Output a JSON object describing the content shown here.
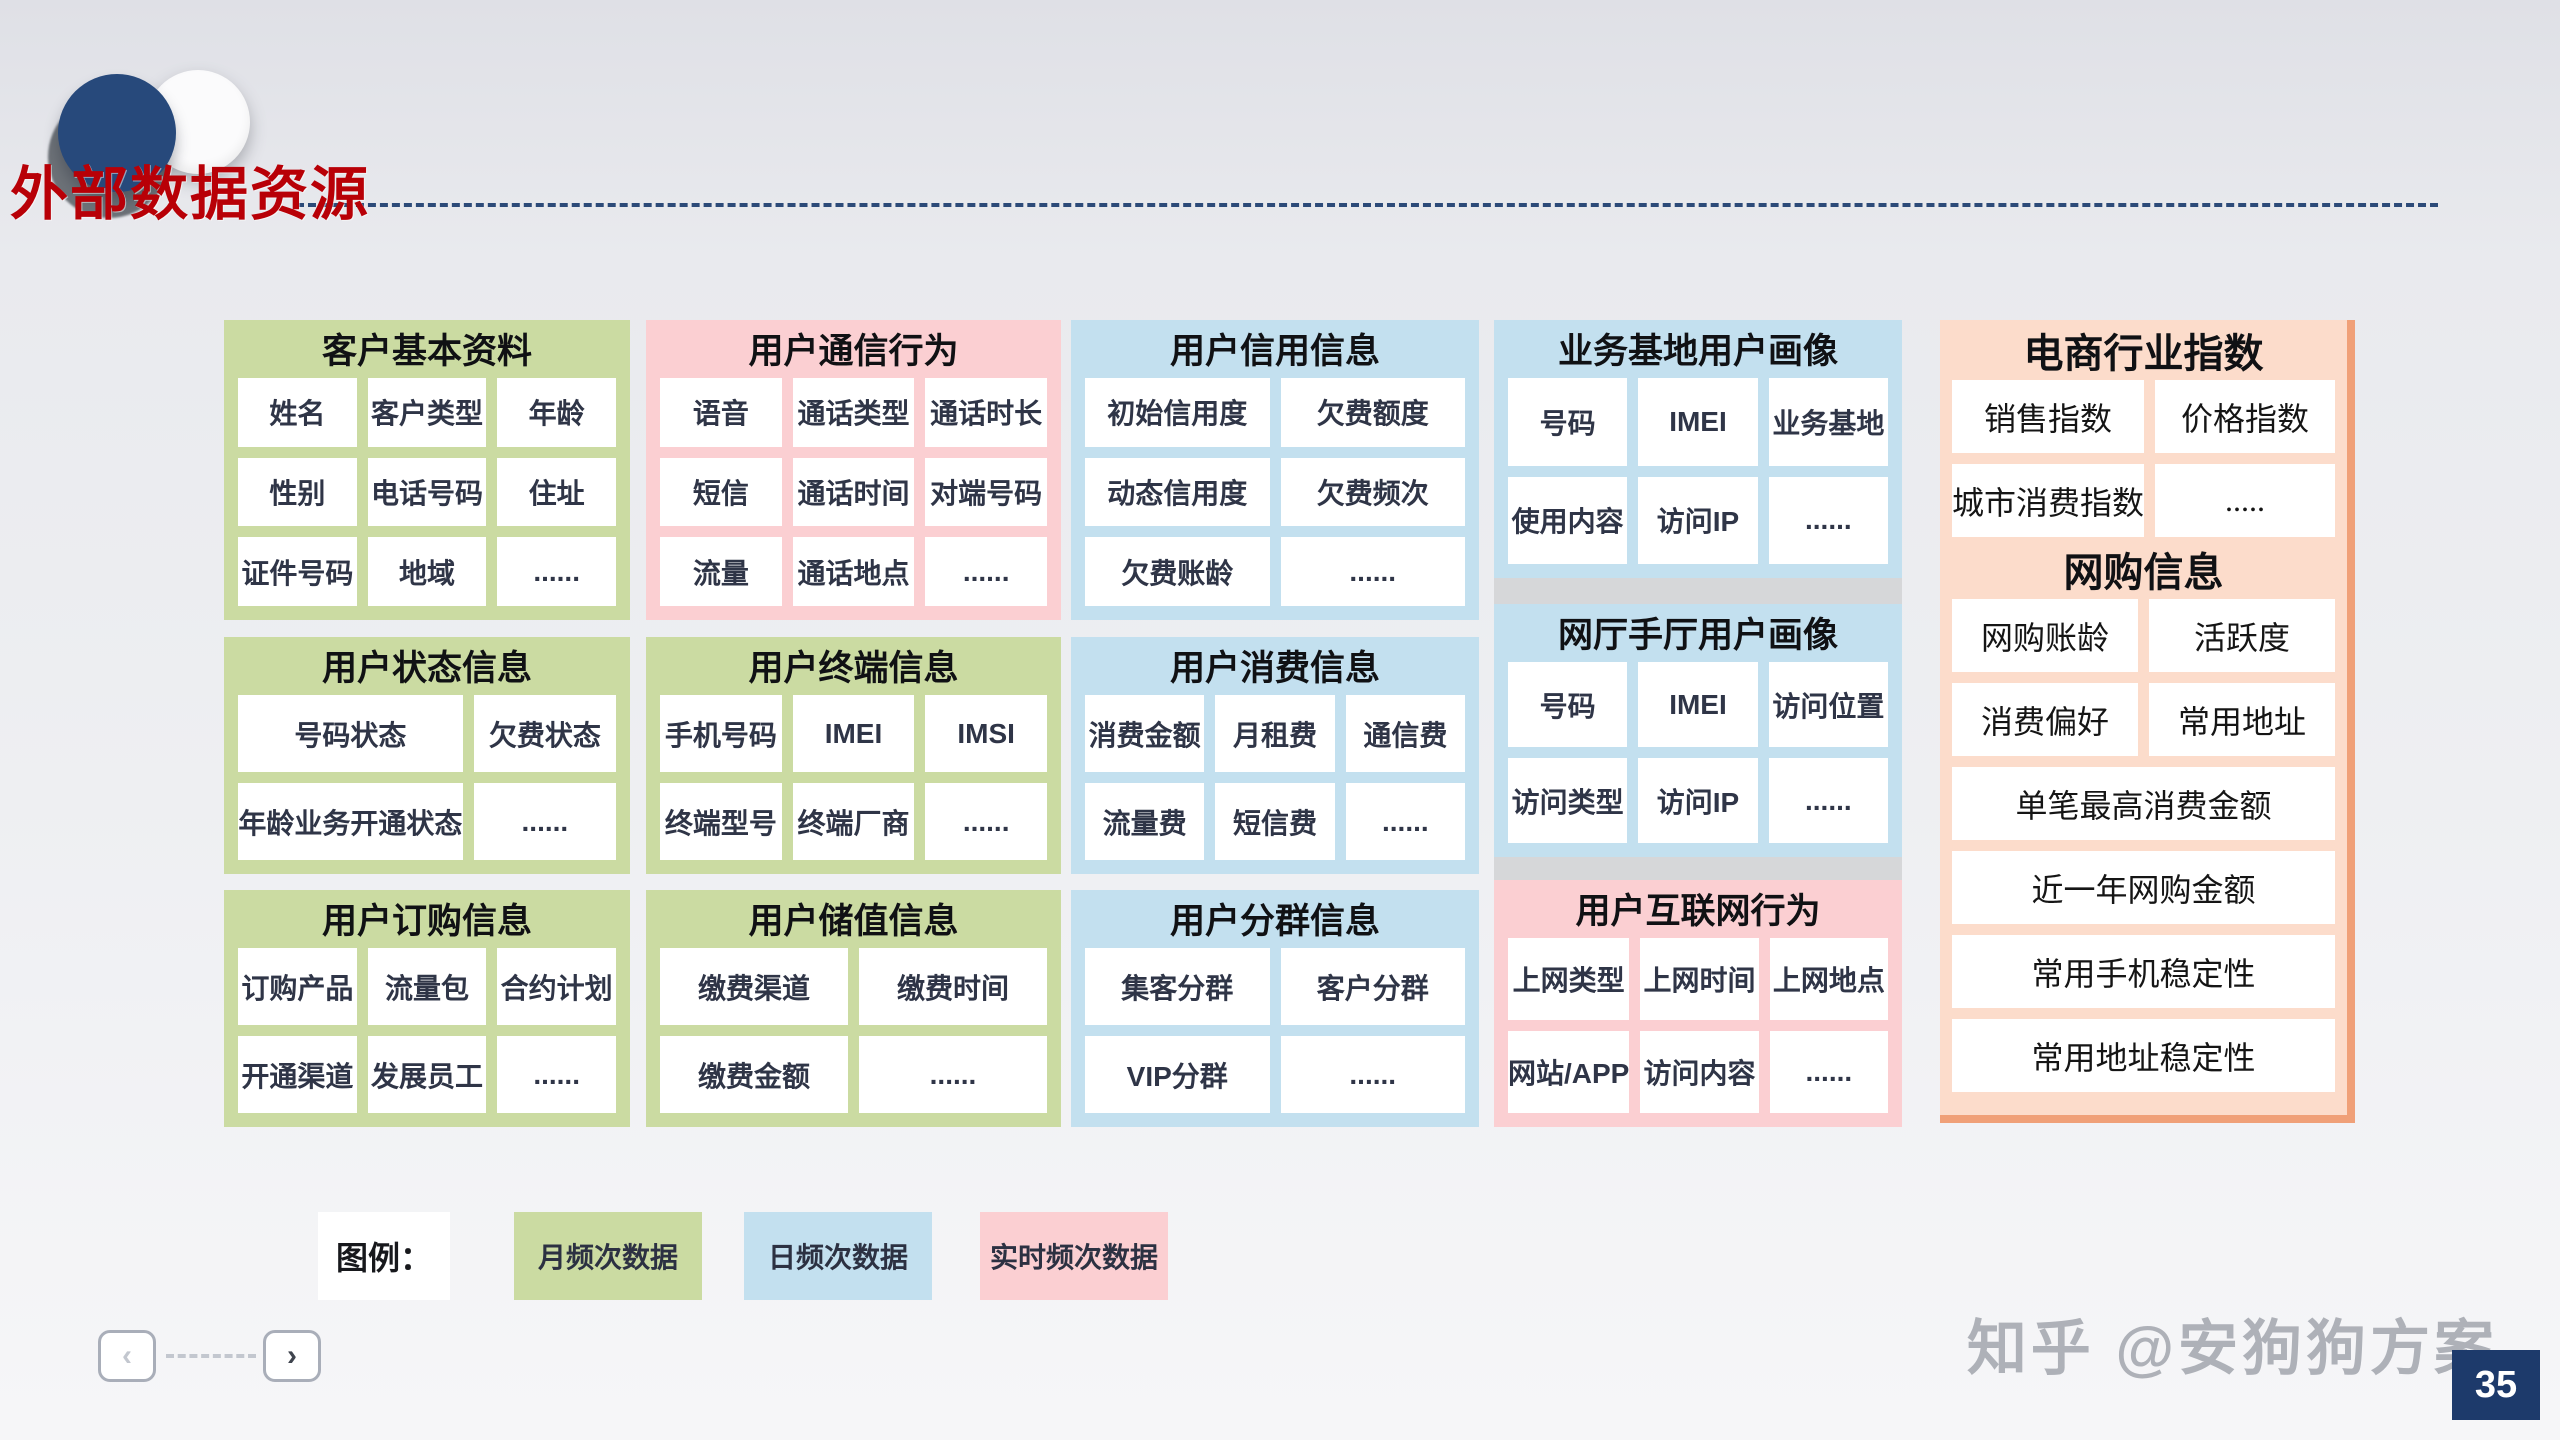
{
  "slide": {
    "title": "外部数据资源",
    "watermark": "知乎 @安狗狗方案",
    "page_number": "35"
  },
  "colors": {
    "month": "#cbdba2",
    "day": "#c3e0ef",
    "realtime": "#fbcfd2",
    "ecommerce": "#fcdccb",
    "accent_red": "#b80007",
    "accent_navy": "#1d3a6b",
    "border_peach": "#f0a078"
  },
  "legend": {
    "label": "图例：",
    "items": [
      {
        "label": "月频次数据",
        "type": "month"
      },
      {
        "label": "日频次数据",
        "type": "day"
      },
      {
        "label": "实时频次数据",
        "type": "realtime"
      }
    ]
  },
  "panels": [
    {
      "id": "basic",
      "title": "客户基本资料",
      "type": "month",
      "cols": 3,
      "cells": [
        "姓名",
        "客户类型",
        "年龄",
        "性别",
        "电话号码",
        "住址",
        "证件号码",
        "地域",
        "......"
      ]
    },
    {
      "id": "comm",
      "title": "用户通信行为",
      "type": "realtime",
      "cols": 3,
      "cells": [
        "语音",
        "通话类型",
        "通话时长",
        "短信",
        "通话时间",
        "对端号码",
        "流量",
        "通话地点",
        "......"
      ]
    },
    {
      "id": "credit",
      "title": "用户信用信息",
      "type": "day",
      "cols": 2,
      "cells": [
        "初始信用度",
        "欠费额度",
        "动态信用度",
        "欠费频次",
        "欠费账龄",
        "......"
      ]
    },
    {
      "id": "base-profile",
      "title": "业务基地用户画像",
      "type": "day",
      "cols": 3,
      "cells": [
        "号码",
        "IMEI",
        "业务基地",
        "使用内容",
        "访问IP",
        "......"
      ]
    },
    {
      "id": "status",
      "title": "用户状态信息",
      "type": "month",
      "colTemplate": "1.58fr 1fr",
      "cells": [
        "号码状态",
        "欠费状态",
        "年龄业务开通状态",
        "......"
      ]
    },
    {
      "id": "terminal",
      "title": "用户终端信息",
      "type": "month",
      "cols": 3,
      "cells": [
        "手机号码",
        "IMEI",
        "IMSI",
        "终端型号",
        "终端厂商",
        "......"
      ]
    },
    {
      "id": "consume",
      "title": "用户消费信息",
      "type": "day",
      "cols": 3,
      "cells": [
        "消费金额",
        "月租费",
        "通信费",
        "流量费",
        "短信费",
        "......"
      ]
    },
    {
      "id": "hall-profile",
      "title": "网厅手厅用户画像",
      "type": "day",
      "cols": 3,
      "cells": [
        "号码",
        "IMEI",
        "访问位置",
        "访问类型",
        "访问IP",
        "......"
      ]
    },
    {
      "id": "order",
      "title": "用户订购信息",
      "type": "month",
      "cols": 3,
      "cells": [
        "订购产品",
        "流量包",
        "合约计划",
        "开通渠道",
        "发展员工",
        "......"
      ]
    },
    {
      "id": "stored",
      "title": "用户储值信息",
      "type": "month",
      "cols": 2,
      "cells": [
        "缴费渠道",
        "缴费时间",
        "缴费金额",
        "......"
      ]
    },
    {
      "id": "segment",
      "title": "用户分群信息",
      "type": "day",
      "cols": 2,
      "cells": [
        "集客分群",
        "客户分群",
        "VIP分群",
        "......"
      ]
    },
    {
      "id": "internet",
      "title": "用户互联网行为",
      "type": "realtime",
      "cols": 3,
      "cells": [
        "上网类型",
        "上网时间",
        "上网地点",
        "网站/APP",
        "访问内容",
        "......"
      ]
    },
    {
      "id": "ecommerce-index",
      "title": "电商行业指数",
      "type": "ecommerce",
      "group": "ecommerce",
      "cols": 2,
      "cells": [
        "销售指数",
        "价格指数",
        "城市消费指数",
        "....."
      ]
    },
    {
      "id": "online-shopping",
      "title": "网购信息",
      "type": "ecommerce",
      "group": "ecommerce",
      "cols": 2,
      "cells": [
        "网购账龄",
        "活跃度",
        "消费偏好",
        "常用地址",
        {
          "label": "单笔最高消费金额",
          "span": 2
        },
        {
          "label": "近一年网购金额",
          "span": 2
        },
        {
          "label": "常用手机稳定性",
          "span": 2
        },
        {
          "label": "常用地址稳定性",
          "span": 2
        }
      ]
    }
  ]
}
